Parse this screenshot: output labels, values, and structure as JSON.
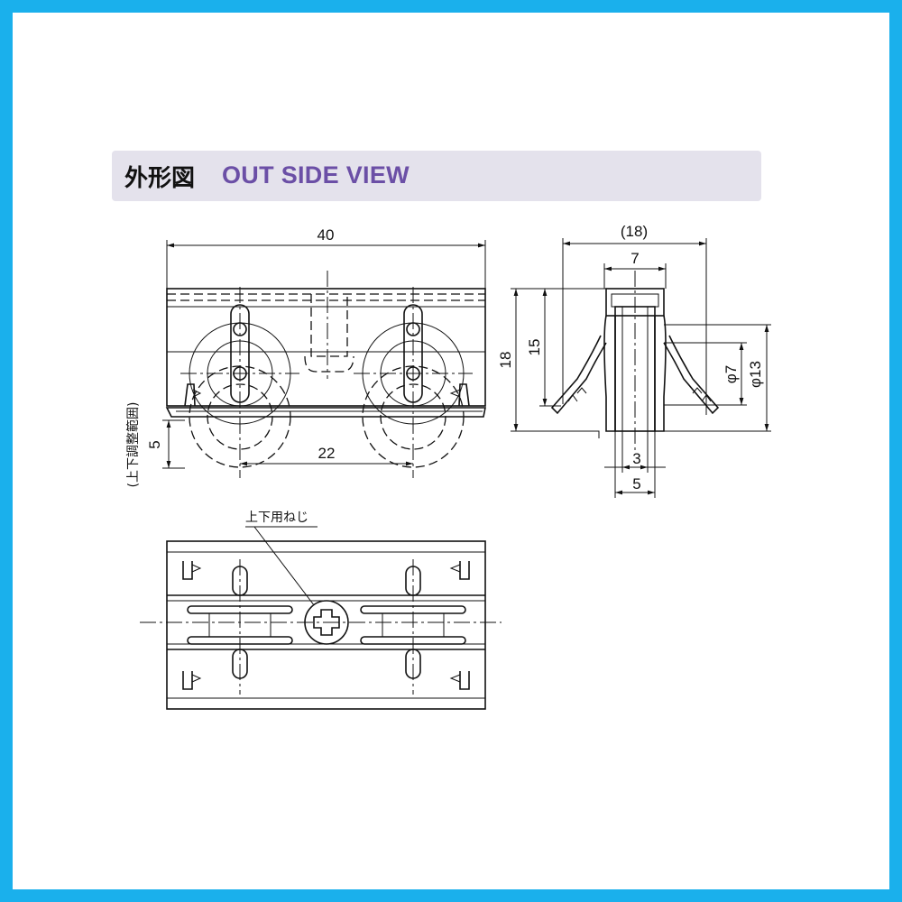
{
  "header": {
    "title_jp": "外形図",
    "title_en": "OUT SIDE VIEW"
  },
  "front_view": {
    "width_dim": "40",
    "pitch_dim": "22",
    "adjust_dim": "5",
    "adjust_label": "(上下調整範囲)"
  },
  "side_view": {
    "overall_width_dim": "(18)",
    "inner_width_dim": "7",
    "height_outer_dim": "18",
    "height_inner_dim": "15",
    "wheel_inner_dia": "φ7",
    "wheel_outer_dia": "φ13",
    "wheel_width_dim": "3",
    "hub_width_dim": "5"
  },
  "top_view": {
    "screw_label": "上下用ねじ"
  }
}
